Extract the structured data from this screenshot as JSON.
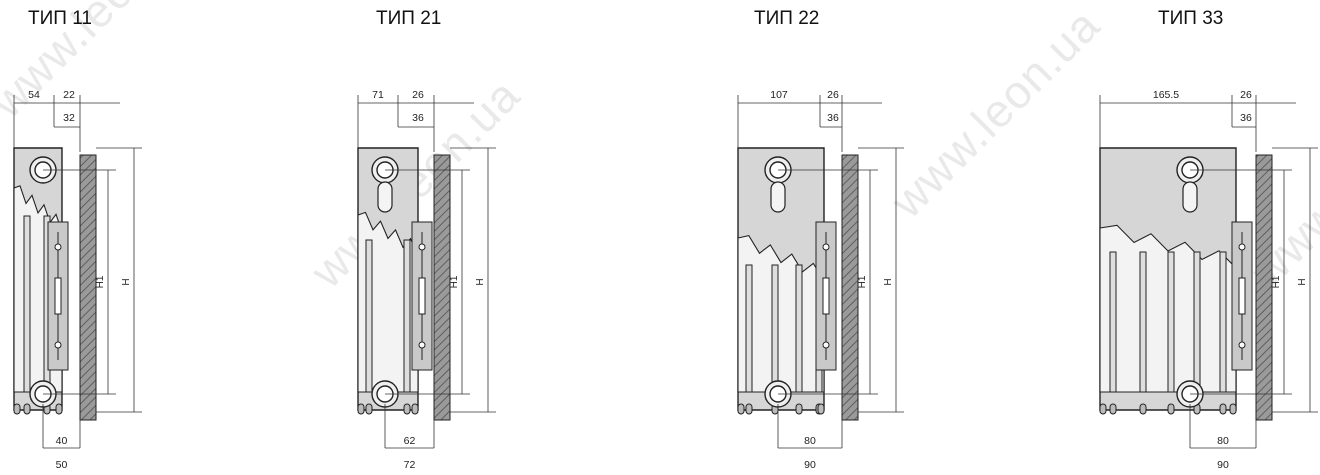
{
  "watermark": "www.leon.ua",
  "panels": [
    {
      "title": "ТИП 11",
      "top_dims": [
        "54",
        "22"
      ],
      "inner_dim": "32",
      "bottom_dims": [
        "40",
        "50"
      ],
      "side_labels": [
        "H1",
        "H"
      ]
    },
    {
      "title": "ТИП 21",
      "top_dims": [
        "71",
        "26"
      ],
      "inner_dim": "36",
      "bottom_dims": [
        "62",
        "72"
      ],
      "side_labels": [
        "H1",
        "H"
      ]
    },
    {
      "title": "ТИП 22",
      "top_dims": [
        "107",
        "26"
      ],
      "inner_dim": "36",
      "bottom_dims": [
        "80",
        "90"
      ],
      "side_labels": [
        "H1",
        "H"
      ]
    },
    {
      "title": "ТИП 33",
      "top_dims": [
        "165.5",
        "26"
      ],
      "inner_dim": "36",
      "bottom_dims": [
        "80",
        "90"
      ],
      "side_labels": [
        "H1",
        "H"
      ]
    }
  ],
  "colors": {
    "body": "#d6d6d6",
    "outline": "#222222",
    "wall": "#8f8f8f",
    "watermark": "#e9e9e9"
  }
}
